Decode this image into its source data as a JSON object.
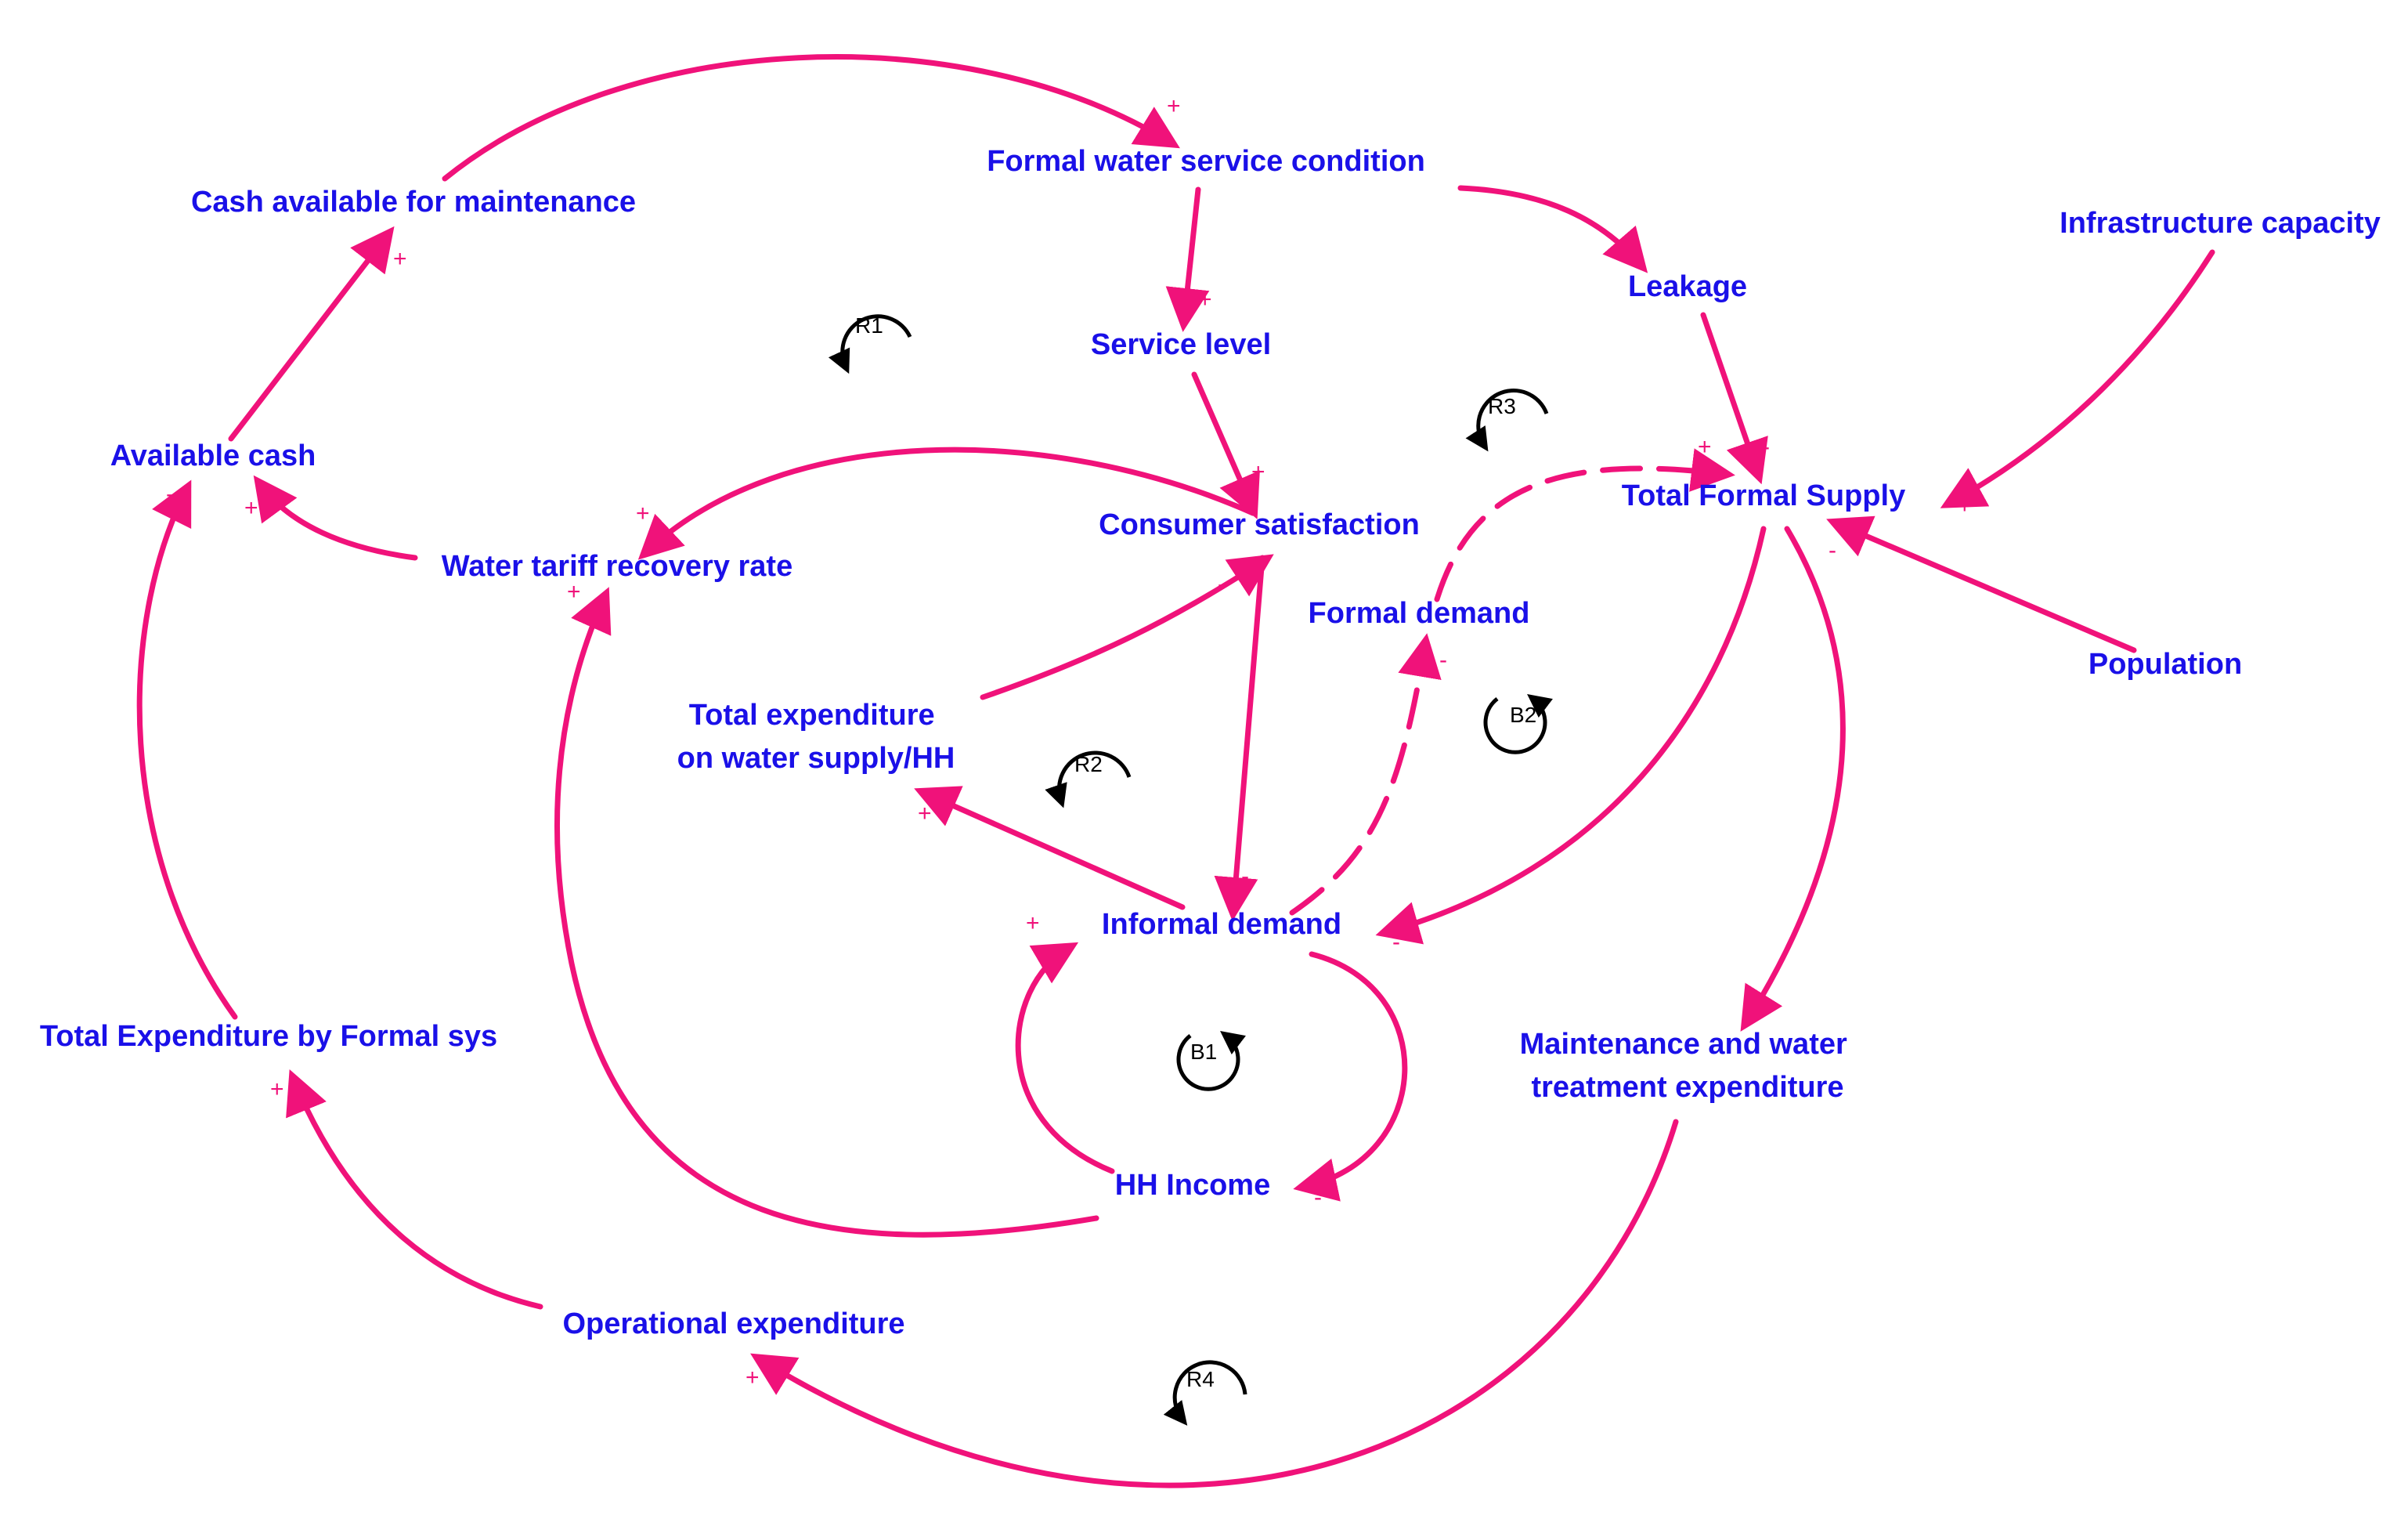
{
  "colors": {
    "node_text": "#1a10e8",
    "link": "#f0127a",
    "polarity": "#f0127a",
    "loop": "#000000",
    "background": "#ffffff"
  },
  "nodes": {
    "formal_water_service_condition": "Formal water service condition",
    "cash_available_for_maintenance": "Cash available for maintenance",
    "infrastructure_capacity": "Infrastructure capacity",
    "service_level": "Service level",
    "leakage": "Leakage",
    "available_cash": "Available cash",
    "total_formal_supply": "Total Formal Supply",
    "consumer_satisfaction": "Consumer satisfaction",
    "water_tariff_recovery_rate": "Water tariff recovery rate",
    "formal_demand": "Formal demand",
    "population": "Population",
    "total_expenditure_water_line1": "Total expenditure",
    "total_expenditure_water_line2": "on water supply/HH",
    "informal_demand": "Informal demand",
    "total_expenditure_formal_sys": "Total Expenditure by Formal sys",
    "maintenance_line1": "Maintenance and water",
    "maintenance_line2": "treatment expenditure",
    "hh_income": "HH Income",
    "operational_expenditure": "Operational expenditure"
  },
  "loops": {
    "r1": "R1",
    "r2": "R2",
    "r3": "R3",
    "r4": "R4",
    "b1": "B1",
    "b2": "B2"
  },
  "polarity": {
    "plus": "+",
    "minus": "-"
  }
}
